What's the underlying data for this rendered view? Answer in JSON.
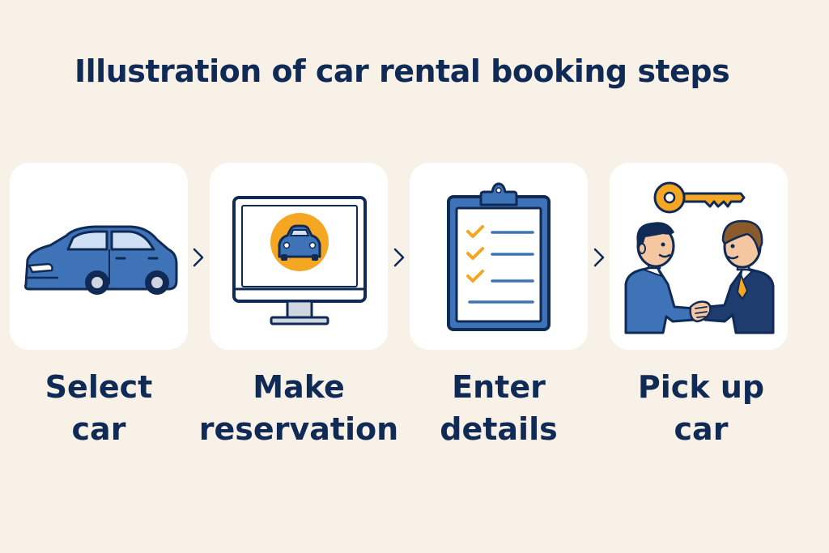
{
  "title": "Illustration of car rental booking steps",
  "steps": [
    {
      "line1": "Select",
      "line2": "car",
      "icon": "car-icon"
    },
    {
      "line1": "Make",
      "line2": "reservation",
      "icon": "monitor-car-icon"
    },
    {
      "line1": "Enter",
      "line2": "details",
      "icon": "clipboard-checklist-icon"
    },
    {
      "line1": "Pick up",
      "line2": "car",
      "icon": "key-handshake-icon"
    }
  ],
  "colors": {
    "background": "#f8f1e8",
    "card": "#ffffff",
    "navy": "#102a56",
    "blue": "#3f73b8",
    "orange": "#f5a623"
  }
}
